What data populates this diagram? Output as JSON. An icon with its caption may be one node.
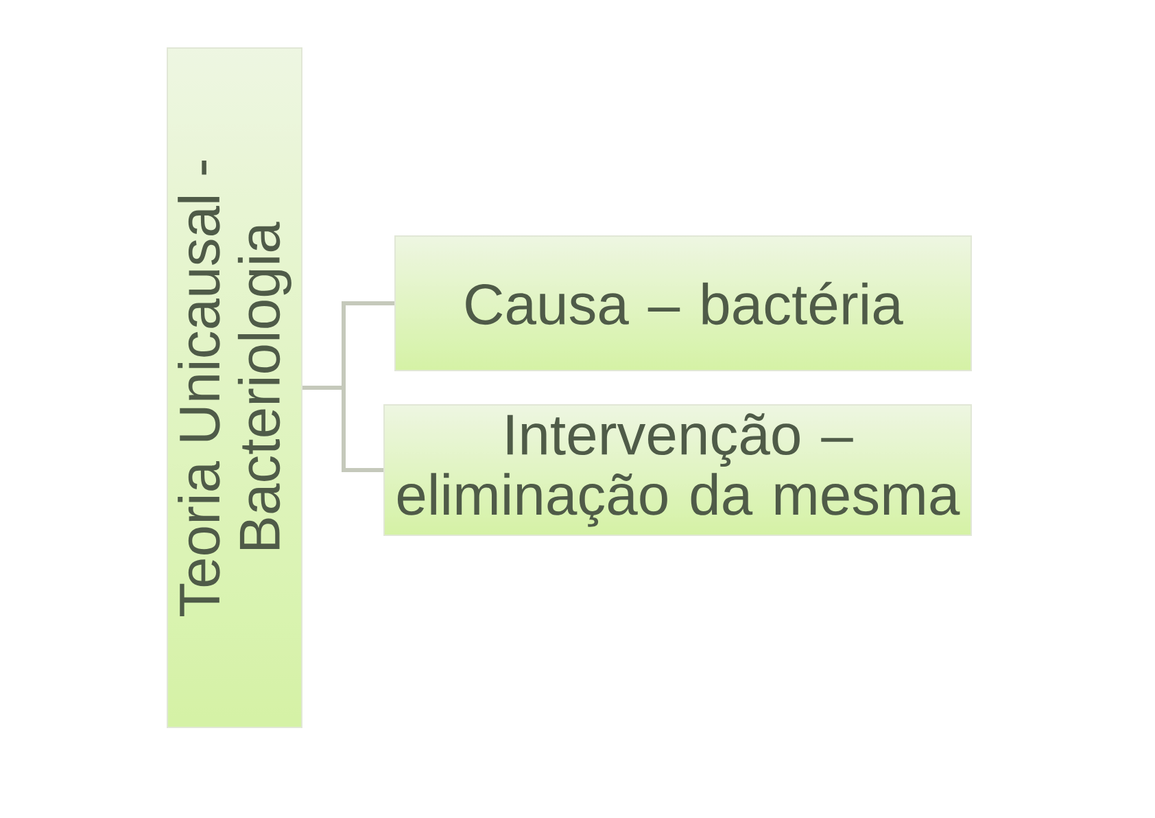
{
  "diagram": {
    "nodes": [
      {
        "text": [
          "Teoria Unicausal - Bacteriologia"
        ]
      },
      {
        "text": [
          "Causa – bactéria"
        ]
      },
      {
        "text": [
          "Intervenção – eliminação da mesma"
        ]
      }
    ],
    "edges": [
      {
        "from": 0,
        "to": 1,
        "arrow": "none"
      },
      {
        "from": 0,
        "to": 2,
        "arrow": "none"
      }
    ]
  }
}
